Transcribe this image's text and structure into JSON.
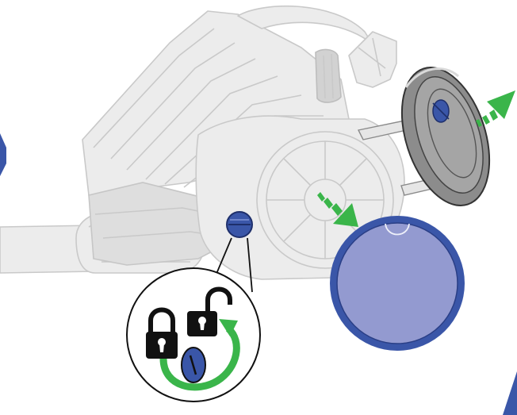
{
  "colors": {
    "body_ghost": "#ececec",
    "body_outline": "#c9c9c9",
    "cover_fill": "#939ad0",
    "cover_rim": "#3a56a8",
    "lock_button": "#3a56a8",
    "arrow_green": "#3ab54a",
    "rotate_green": "#3ab54a",
    "filter_grey": "#8a8a8a",
    "edge_blue": "#3a56a8"
  },
  "icons": {
    "locked": "padlock-closed-icon",
    "unlocked": "padlock-open-icon",
    "rotate": "rotate-counterclockwise-arrow-icon",
    "remove_filter": "green-dashed-arrow-icon",
    "remove_cover": "green-dashed-arrow-icon"
  },
  "steps": [
    {
      "id": "unlock",
      "from_state": "locked",
      "to_state": "unlocked",
      "rotation": "counterclockwise"
    },
    {
      "id": "remove-cover",
      "motion": "down-right"
    },
    {
      "id": "remove-filter",
      "motion": "up-right"
    }
  ]
}
